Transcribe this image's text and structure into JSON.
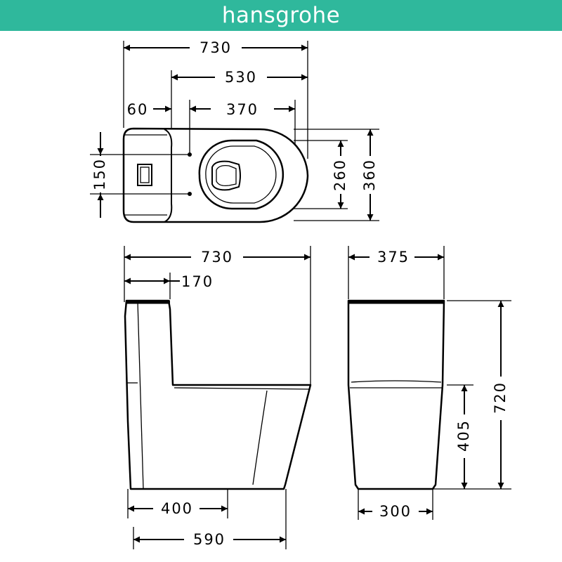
{
  "brand": {
    "logo_text": "hansgrohe",
    "color": "#2fb89c"
  },
  "top_view": {
    "overall_length": "730",
    "fixing_to_front": "530",
    "tank_depth": "60",
    "fixing_to_bowl": "370",
    "fixing_spacing": "150",
    "bowl_width": "260",
    "overall_width": "360"
  },
  "side_view": {
    "overall_length": "730",
    "tank_depth": "170",
    "outlet_distance": "400",
    "base_length": "590"
  },
  "front_view": {
    "overall_width": "375",
    "overall_height": "720",
    "seat_height": "405",
    "base_width": "300"
  }
}
